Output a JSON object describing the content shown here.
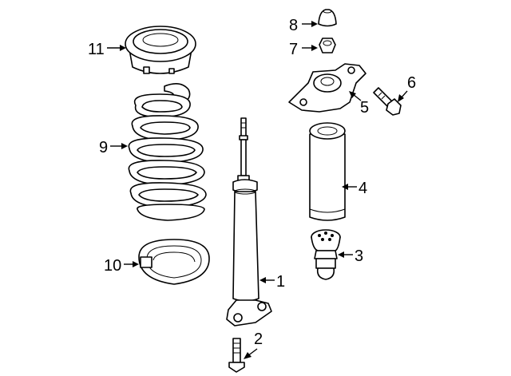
{
  "callouts": {
    "c1": "1",
    "c2": "2",
    "c3": "3",
    "c4": "4",
    "c5": "5",
    "c6": "6",
    "c7": "7",
    "c8": "8",
    "c9": "9",
    "c10": "10",
    "c11": "11"
  },
  "colors": {
    "stroke": "#000000",
    "background": "#ffffff"
  }
}
